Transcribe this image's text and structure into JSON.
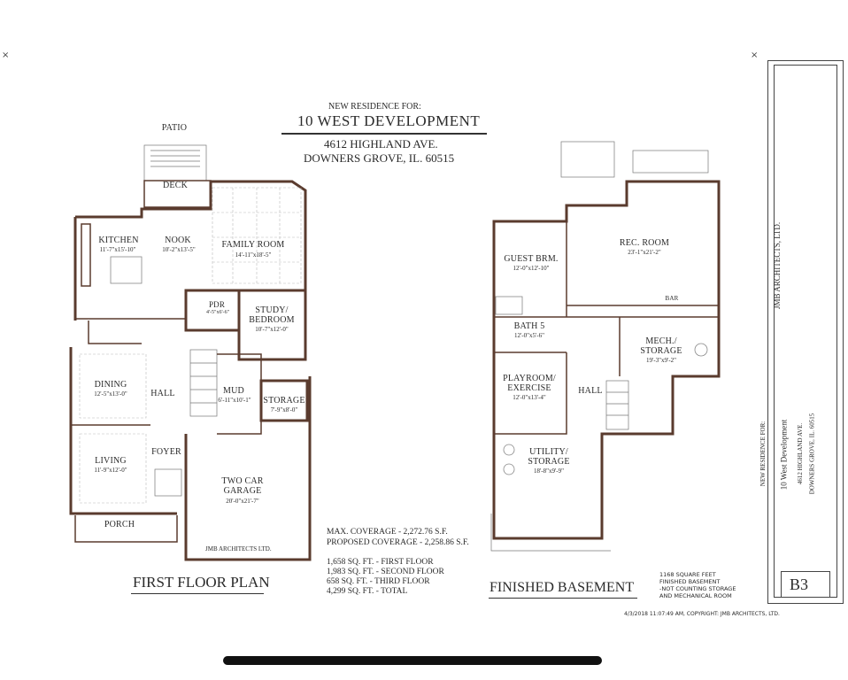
{
  "header": {
    "line1": "NEW RESIDENCE FOR:",
    "line2": "10 WEST DEVELOPMENT",
    "line3": "4612 HIGHLAND AVE.",
    "line4": "DOWNERS GROVE, IL. 60515"
  },
  "first_floor": {
    "title": "FIRST FLOOR PLAN",
    "rooms": {
      "patio": "PATIO",
      "deck": "DECK",
      "kitchen": "KITCHEN",
      "kitchen_dim": "11'-7\"x15'-10\"",
      "nook": "NOOK",
      "nook_dim": "10'-2\"x13'-5\"",
      "family_room": "FAMILY ROOM",
      "family_room_dim": "14'-11\"x18'-5\"",
      "pdr": "PDR",
      "pdr_dim": "4'-5\"x6'-6\"",
      "study": "STUDY/",
      "bedroom": "BEDROOM",
      "study_dim": "10'-7\"x12'-0\"",
      "dining": "DINING",
      "dining_dim": "12'-5\"x13'-0\"",
      "hall": "HALL",
      "mud": "MUD",
      "mud_dim": "6'-11\"x10'-1\"",
      "storage": "STORAGE",
      "storage_dim": "7'-9\"x8'-0\"",
      "living": "LIVING",
      "living_dim": "11'-9\"x12'-0\"",
      "foyer": "FOYER",
      "garage_1": "TWO CAR",
      "garage_2": "GARAGE",
      "garage_dim": "20'-0\"x21'-7\"",
      "porch": "PORCH"
    },
    "stamp": "JMB ARCHITECTS LTD."
  },
  "coverage": {
    "max": "MAX. COVERAGE - 2,272.76 S.F.",
    "proposed": "PROPOSED COVERAGE - 2,258.86 S.F."
  },
  "areas": [
    "1,658 SQ. FT. - FIRST FLOOR",
    "1,983 SQ. FT. - SECOND FLOOR",
    "658 SQ. FT. - THIRD FLOOR",
    "4,299 SQ. FT. - TOTAL"
  ],
  "basement": {
    "title": "FINISHED BASEMENT",
    "note_1": "1168 SQUARE FEET",
    "note_2": "FINISHED BASEMENT",
    "note_3": "-NOT COUNTING STORAGE",
    "note_4": "AND MECHANICAL ROOM",
    "rooms": {
      "guest": "GUEST BRM.",
      "guest_dim": "12'-0\"x12'-10\"",
      "rec": "REC. ROOM",
      "rec_dim": "23'-1\"x21'-2\"",
      "bar": "BAR",
      "bath": "BATH 5",
      "bath_dim": "12'-0\"x5'-6\"",
      "mech": "MECH./",
      "mech_2": "STORAGE",
      "mech_dim": "19'-3\"x9'-2\"",
      "playroom": "PLAYROOM/",
      "exercise": "EXERCISE",
      "playroom_dim": "12'-0\"x13'-4\"",
      "hall": "HALL",
      "utility": "UTILITY/",
      "utility_2": "STORAGE",
      "utility_dim": "18'-8\"x9'-9\""
    }
  },
  "footer": "4/3/2018 11:07:49 AM, COPYRIGHT: JMB ARCHITECTS, LTD.",
  "title_block": {
    "residence_for": "NEW RESIDENCE FOR:",
    "client": "10 West Development",
    "address_1": "4612 HIGHLAND AVE.",
    "address_2": "DOWNERS GROVE, IL. 60515",
    "firm": "JMB ARCHITECTS, LTD.",
    "sheet": "B3"
  }
}
